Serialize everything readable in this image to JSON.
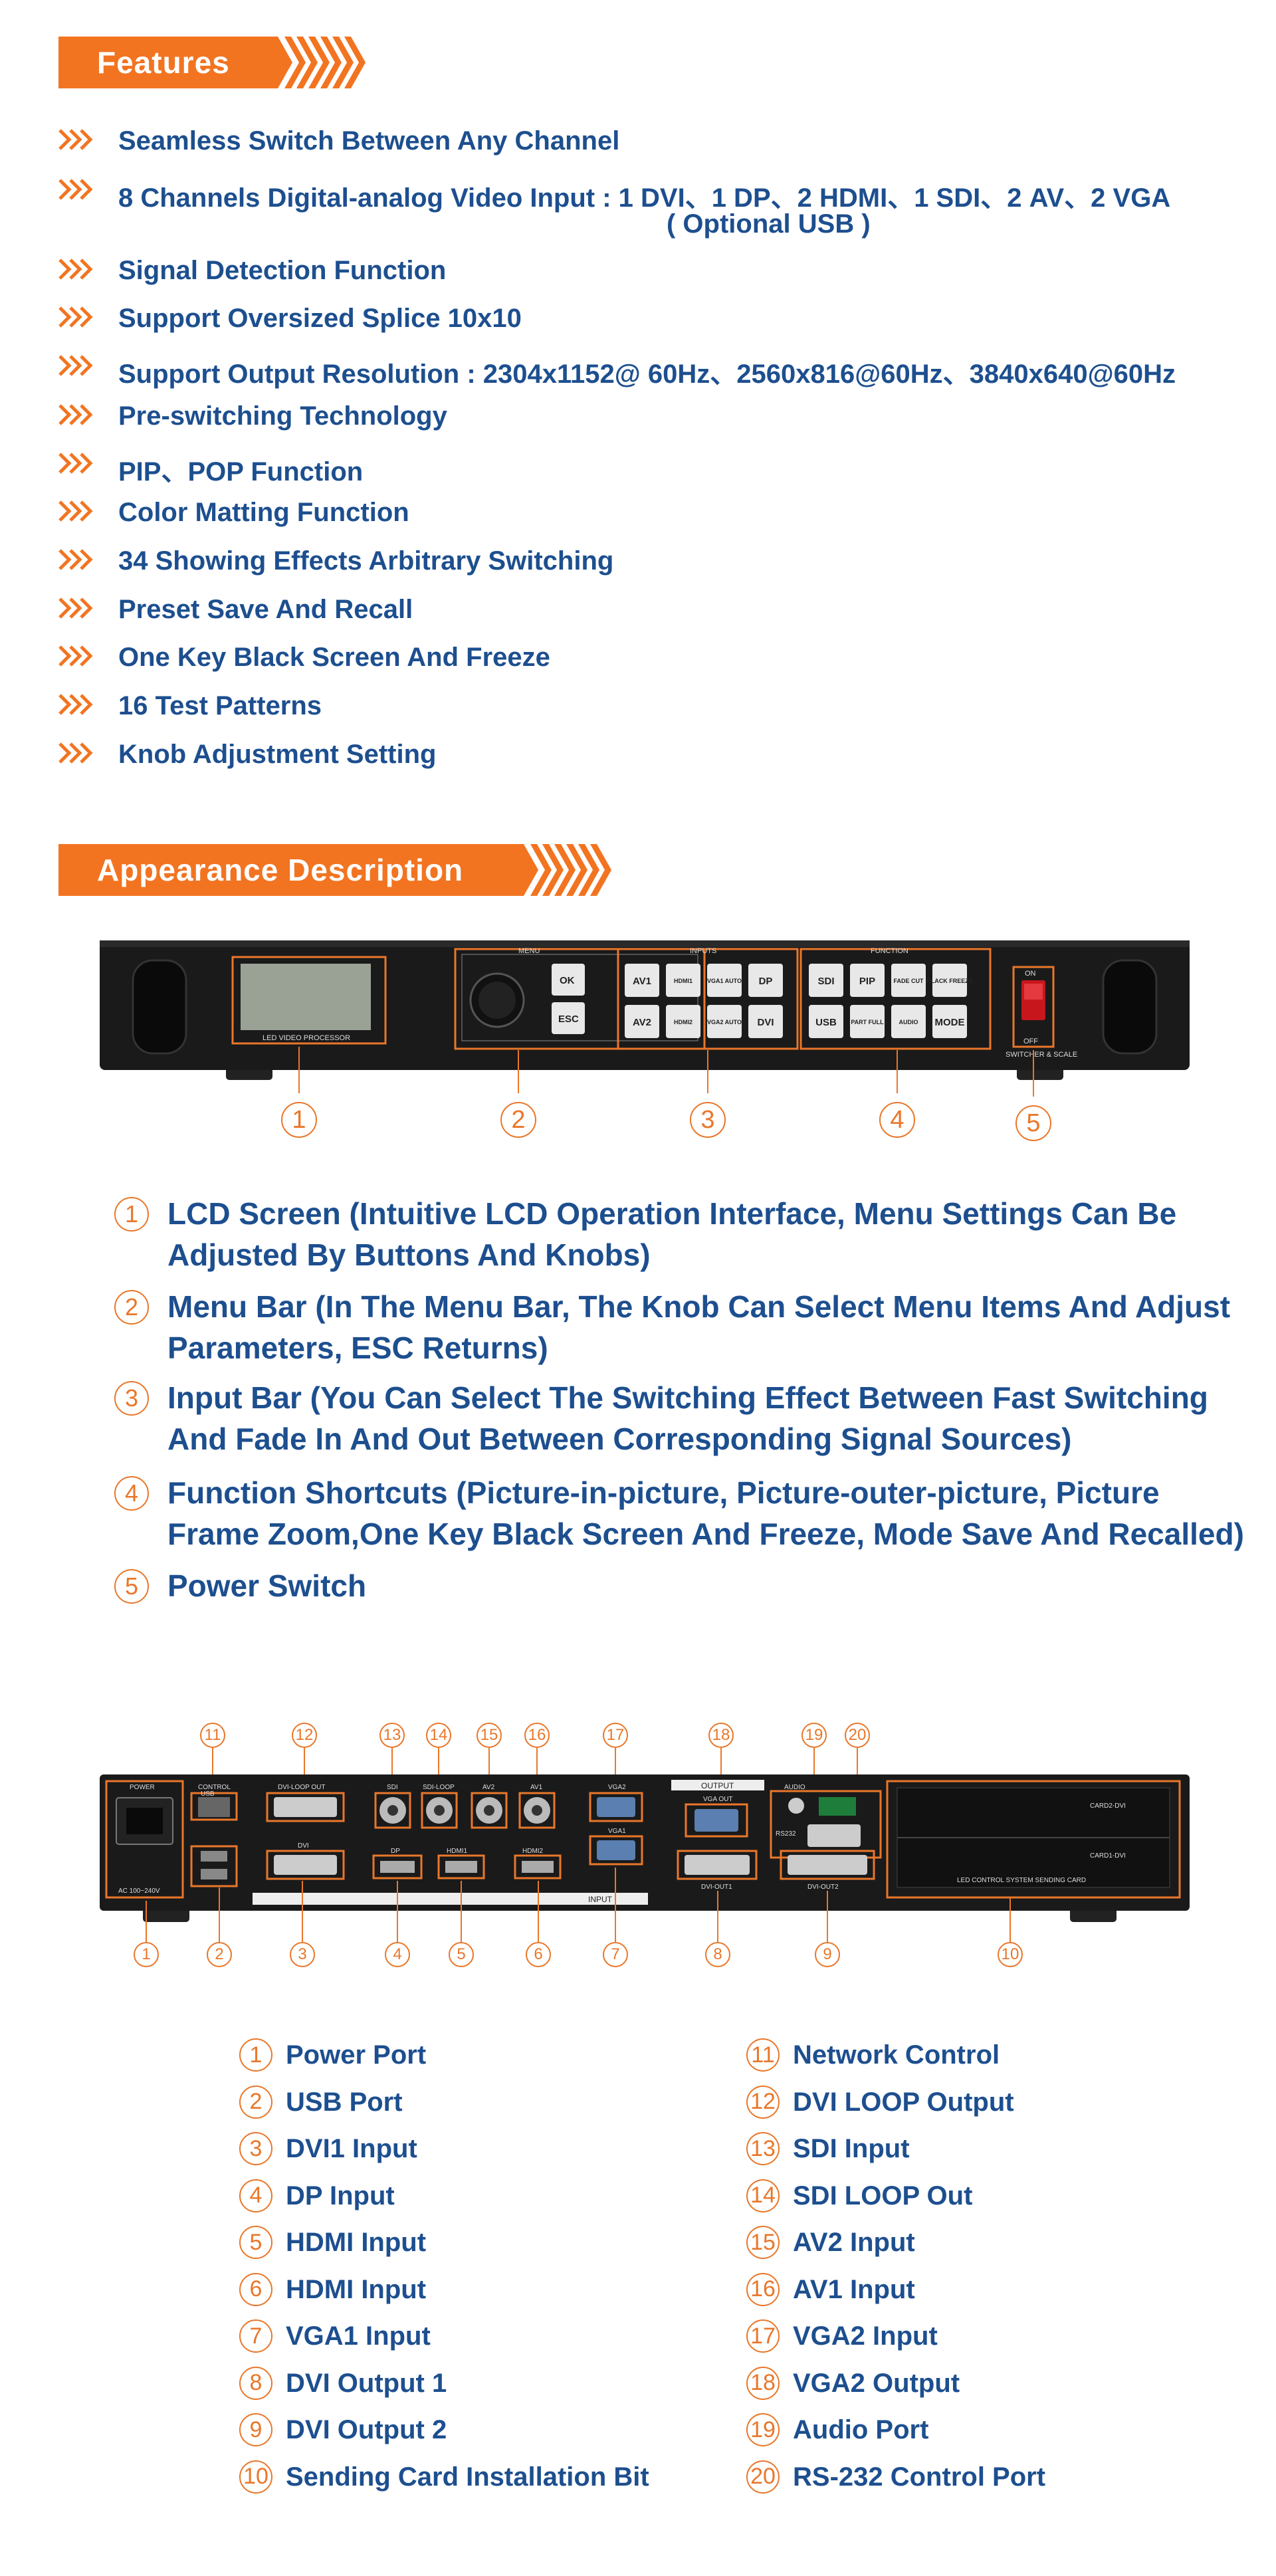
{
  "features": {
    "heading": "Features",
    "items": [
      "Seamless Switch Between Any  Channel",
      "8 Channels Digital-analog Video Input :  1 DVI、1 DP、2 HDMI、1 SDI、2 AV、2 VGA",
      "( Optional USB )",
      "Signal Detection Function",
      "Support Oversized Splice 10x10",
      "Support  Output Resolution : 2304x1152@ 60Hz、2560x816@60Hz、3840x640@60Hz",
      "Pre-switching Technology",
      "PIP、POP Function",
      "Color Matting Function",
      "34 Showing Effects Arbitrary Switching",
      "Preset Save And Recall",
      "One Key Black Screen And Freeze",
      "16 Test Patterns",
      "Knob Adjustment Setting"
    ]
  },
  "appearance": {
    "heading": "Appearance Description",
    "front_panel": {
      "lcd_caption": "LED VIDEO PROCESSOR",
      "menu_title": "MENU",
      "menu_buttons": [
        "OK",
        "ESC"
      ],
      "inputs_title": "INPUTS",
      "input_buttons": [
        "AV1",
        "HDMI1",
        "VGA1 AUTO",
        "DP",
        "AV2",
        "HDMI2",
        "VGA2 AUTO",
        "DVI"
      ],
      "function_title": "FUNCTION",
      "function_buttons": [
        "SDI",
        "PIP",
        "FADE CUT",
        "BLACK FREEZE",
        "USB",
        "PART FULL",
        "AUDIO",
        "MODE"
      ],
      "switch_on": "ON",
      "switch_off": "OFF",
      "switch_caption": "SWITCHER & SCALE",
      "callouts": [
        "1",
        "2",
        "3",
        "4",
        "5"
      ]
    },
    "descriptions": [
      {
        "num": "1",
        "text": "LCD Screen (Intuitive LCD Operation Interface, Menu Settings Can Be Adjusted By Buttons And Knobs)"
      },
      {
        "num": "2",
        "text": "Menu Bar (In The Menu Bar, The Knob Can Select Menu Items And Adjust Parameters, ESC Returns)"
      },
      {
        "num": "3",
        "text": "Input Bar (You Can Select The Switching Effect Between Fast Switching And Fade In And Out Between Corresponding Signal Sources)"
      },
      {
        "num": "4",
        "text": "Function Shortcuts (Picture-in-picture, Picture-outer-picture, Picture Frame Zoom,One Key Black Screen And Freeze, Mode Save And Recalled)"
      },
      {
        "num": "5",
        "text": "Power Switch"
      }
    ]
  },
  "rear_panel": {
    "labels": {
      "power": "POWER",
      "control": "CONTROL",
      "usb": "USB",
      "ac": "AC 100~240V",
      "dvi_loop_out": "DVI-LOOP OUT",
      "dvi": "DVI",
      "sdi": "SDI",
      "sdi_loop": "SDI-LOOP",
      "av2": "AV2",
      "av1": "AV1",
      "vga2": "VGA2",
      "vga1": "VGA1",
      "dp": "DP",
      "hdmi1": "HDMI1",
      "hdmi2": "HDMI2",
      "input": "INPUT",
      "output": "OUTPUT",
      "vga_out": "VGA OUT",
      "dvi_out1": "DVI-OUT1",
      "dvi_out2": "DVI-OUT2",
      "audio": "AUDIO",
      "rs232": "RS232",
      "card2": "CARD2-DVI",
      "card1": "CARD1-DVI",
      "sending_card": "LED CONTROL SYSTEM SENDING CARD"
    },
    "top_callouts": [
      "11",
      "12",
      "13",
      "14",
      "15",
      "16",
      "17",
      "18",
      "19",
      "20"
    ],
    "bottom_callouts": [
      "1",
      "2",
      "3",
      "4",
      "5",
      "6",
      "7",
      "8",
      "9",
      "10"
    ]
  },
  "ports_left": [
    {
      "num": "1",
      "label": "Power Port"
    },
    {
      "num": "2",
      "label": "USB Port"
    },
    {
      "num": "3",
      "label": "DVI1 Input"
    },
    {
      "num": "4",
      "label": "DP Input"
    },
    {
      "num": "5",
      "label": "HDMI Input"
    },
    {
      "num": "6",
      "label": "HDMI Input"
    },
    {
      "num": "7",
      "label": "VGA1 Input"
    },
    {
      "num": "8",
      "label": "DVI Output 1"
    },
    {
      "num": "9",
      "label": "DVI Output 2"
    },
    {
      "num": "10",
      "label": "Sending Card Installation Bit"
    }
  ],
  "ports_right": [
    {
      "num": "11",
      "label": "Network Control"
    },
    {
      "num": "12",
      "label": "DVI LOOP Output"
    },
    {
      "num": "13",
      "label": "SDI Input"
    },
    {
      "num": "14",
      "label": "SDI LOOP Out"
    },
    {
      "num": "15",
      "label": "AV2 Input"
    },
    {
      "num": "16",
      "label": "AV1 Input"
    },
    {
      "num": "17",
      "label": "VGA2 Input"
    },
    {
      "num": "18",
      "label": "VGA2 Output"
    },
    {
      "num": "19",
      "label": "Audio Port"
    },
    {
      "num": "20",
      "label": "RS-232 Control Port"
    }
  ],
  "colors": {
    "accent": "#f27421",
    "text": "#1d4f8f",
    "device": "#1a1a1a"
  }
}
